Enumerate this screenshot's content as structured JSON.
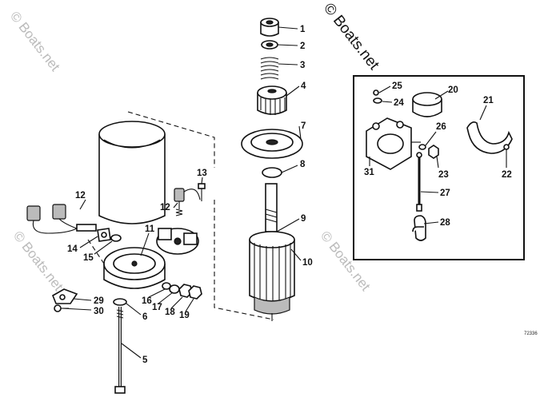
{
  "callouts": {
    "p1": "1",
    "p2": "2",
    "p3": "3",
    "p4": "4",
    "p5": "5",
    "p6": "6",
    "p7": "7",
    "p8": "8",
    "p9": "9",
    "p10": "10",
    "p11": "11",
    "p12a": "12",
    "p12b": "12",
    "p13": "13",
    "p14": "14",
    "p15": "15",
    "p16": "16",
    "p17": "17",
    "p18": "18",
    "p19": "19",
    "p20": "20",
    "p21": "21",
    "p22": "22",
    "p23": "23",
    "p24": "24",
    "p25": "25",
    "p26": "26",
    "p27": "27",
    "p28": "28",
    "p29": "29",
    "p30": "30",
    "p31": "31"
  },
  "watermark": {
    "main": "© Boats.net",
    "faint": "© Boats.net"
  },
  "drawing_code": "72336"
}
